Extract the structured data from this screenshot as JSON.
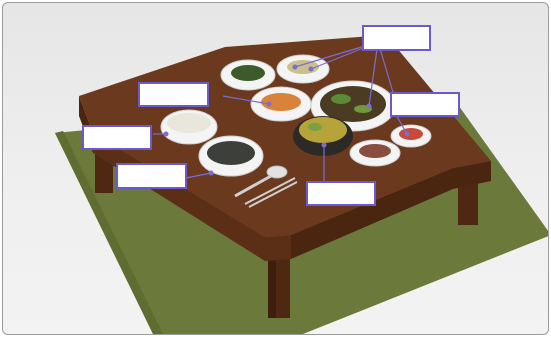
{
  "scene": {
    "subject": "korean-table-setting",
    "colors": {
      "background": "#ebebeb",
      "mat": "#6b7a3a",
      "table_top": "#6b3a1e",
      "table_front": "#5a2f16",
      "leg": "#4e2812",
      "bowl": "#f4f4f4",
      "label_border": "#6a5acd",
      "leader_line": "#7b6cd6"
    }
  },
  "labels": [
    {
      "id": "label-side-dishes-top",
      "text": ""
    },
    {
      "id": "label-side-dish-left",
      "text": ""
    },
    {
      "id": "label-side-dishes-right",
      "text": ""
    },
    {
      "id": "label-rice",
      "text": ""
    },
    {
      "id": "label-soup",
      "text": ""
    },
    {
      "id": "label-stew",
      "text": ""
    }
  ]
}
